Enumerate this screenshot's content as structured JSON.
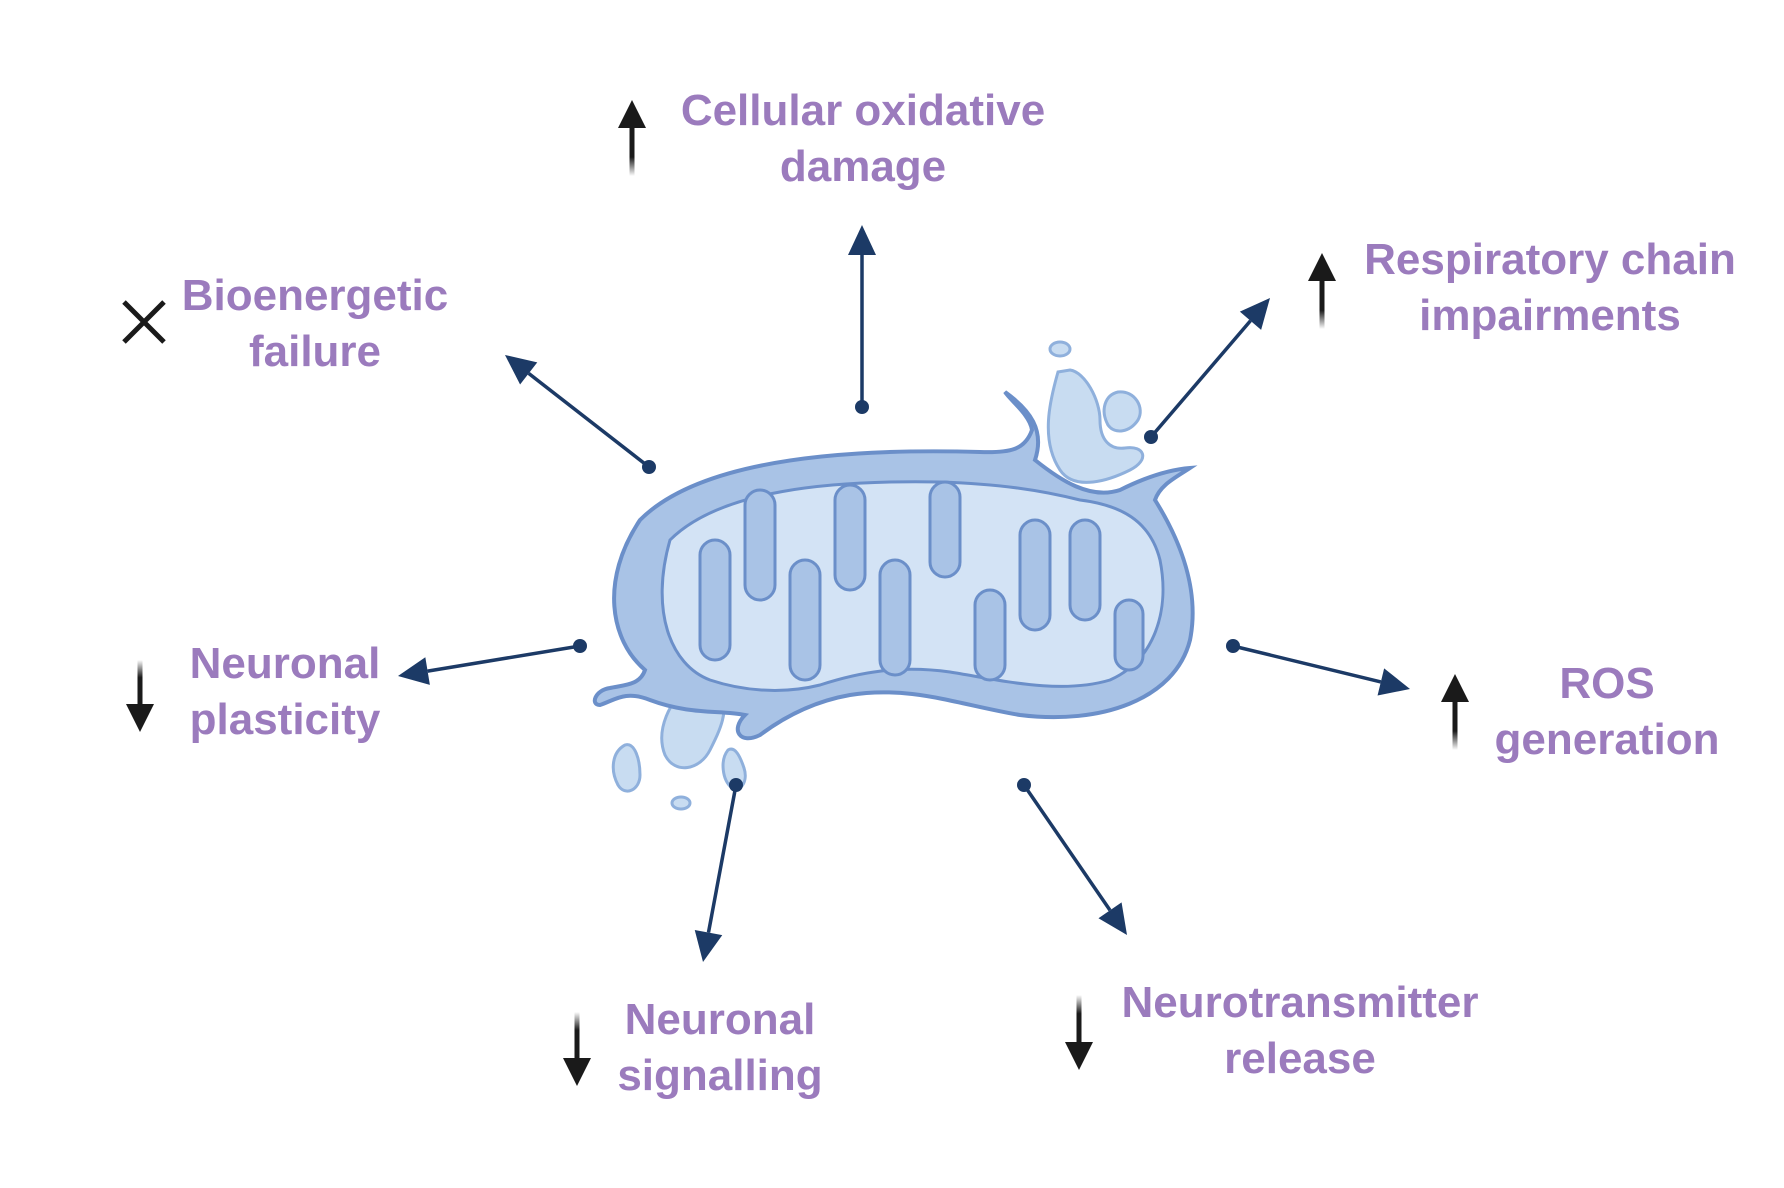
{
  "diagram": {
    "title": "",
    "colors": {
      "label": "#9b7bbd",
      "arrow": "#1c3a66",
      "indicator": "#1a1a1a",
      "mito_outer_fill": "#a9c3e6",
      "mito_outer_stroke": "#6b8fc9",
      "mito_matrix_fill": "#d3e3f5",
      "mito_spill_fill": "#c8dcf1"
    },
    "center": {
      "name": "mitochondrion",
      "icon": "damaged-mitochondrion"
    },
    "effects": [
      {
        "id": "oxidative",
        "lines": [
          "Cellular oxidative",
          "damage"
        ],
        "indicator": "up"
      },
      {
        "id": "respiratory",
        "lines": [
          "Respiratory chain",
          "impairments"
        ],
        "indicator": "up"
      },
      {
        "id": "bioenergetic",
        "lines": [
          "Bioenergetic",
          "failure"
        ],
        "indicator": "cross"
      },
      {
        "id": "plasticity",
        "lines": [
          "Neuronal",
          "plasticity"
        ],
        "indicator": "down"
      },
      {
        "id": "ros",
        "lines": [
          "ROS",
          "generation"
        ],
        "indicator": "up"
      },
      {
        "id": "signalling",
        "lines": [
          "Neuronal",
          "signalling"
        ],
        "indicator": "down"
      },
      {
        "id": "neurotransmitter",
        "lines": [
          "Neurotransmitter",
          "release"
        ],
        "indicator": "down"
      }
    ]
  }
}
